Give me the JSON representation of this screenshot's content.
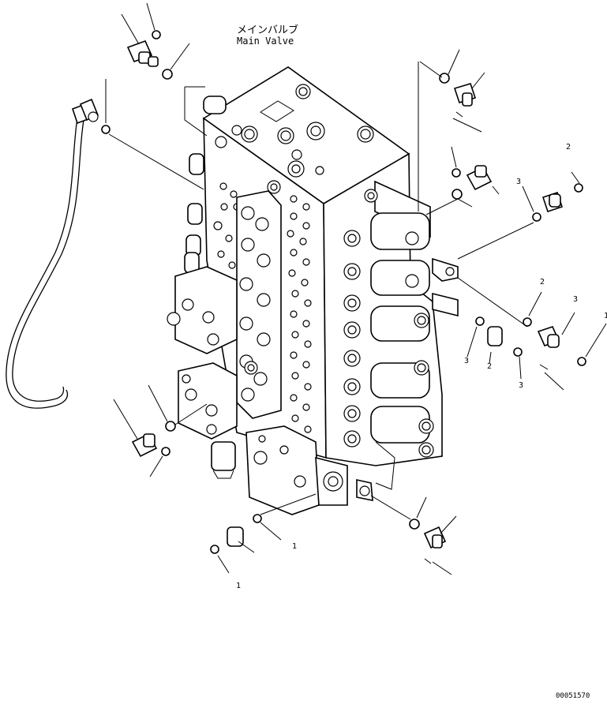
{
  "title": {
    "japanese": "メインバルブ",
    "english": "Main Valve"
  },
  "drawing_code": "00051570",
  "callouts": [
    "2",
    "3",
    "2",
    "3",
    "3",
    "1",
    "2",
    "3",
    "1",
    "1"
  ]
}
